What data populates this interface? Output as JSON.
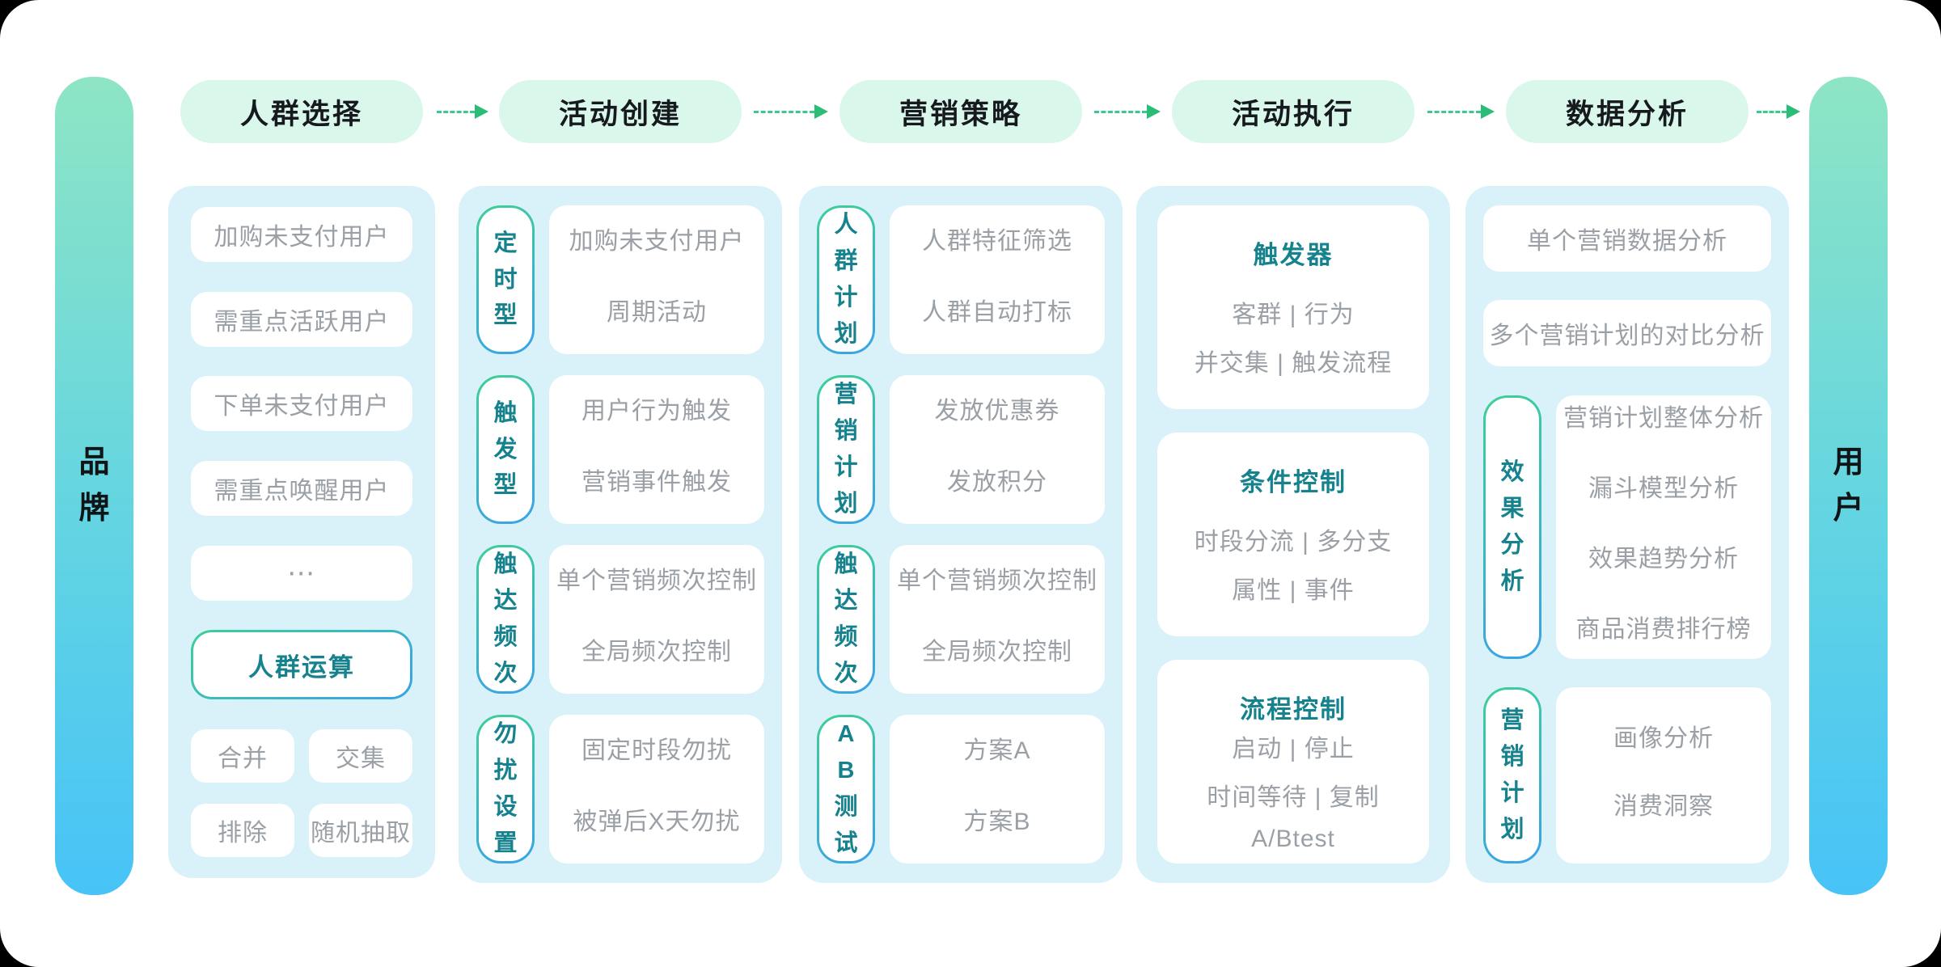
{
  "sidebars": {
    "left_label": "品牌",
    "right_label": "用户"
  },
  "columns": {
    "audience_selection": {
      "header": "人群选择",
      "pills": [
        "加购未支付用户",
        "需重点活跃用户",
        "下单未支付用户",
        "需重点唤醒用户",
        "⋯"
      ],
      "operation_pill": "人群运算",
      "operators": [
        "合并",
        "交集",
        "排除",
        "随机抽取"
      ]
    },
    "campaign_creation": {
      "header": "活动创建",
      "rows": [
        {
          "label": "定时型",
          "lines": [
            "加购未支付用户",
            "周期活动"
          ]
        },
        {
          "label": "触发型",
          "lines": [
            "用户行为触发",
            "营销事件触发"
          ]
        },
        {
          "label": "触达频次",
          "lines": [
            "单个营销频次控制",
            "全局频次控制"
          ]
        },
        {
          "label": "勿扰设置",
          "lines": [
            "固定时段勿扰",
            "被弹后X天勿扰"
          ]
        }
      ]
    },
    "marketing_strategy": {
      "header": "营销策略",
      "rows": [
        {
          "label": "人群计划",
          "lines": [
            "人群特征筛选",
            "人群自动打标"
          ]
        },
        {
          "label": "营销计划",
          "lines": [
            "发放优惠券",
            "发放积分"
          ]
        },
        {
          "label": "触达频次",
          "lines": [
            "单个营销频次控制",
            "全局频次控制"
          ]
        },
        {
          "label": "AB测试",
          "lines": [
            "方案A",
            "方案B"
          ]
        }
      ]
    },
    "campaign_execution": {
      "header": "活动执行",
      "cards": [
        {
          "title": "触发器",
          "lines": [
            "客群 | 行为",
            "并交集 | 触发流程"
          ]
        },
        {
          "title": "条件控制",
          "lines": [
            "时段分流 | 多分支",
            "属性 | 事件"
          ]
        },
        {
          "title": "流程控制",
          "lines": [
            "启动 | 停止",
            "时间等待 | 复制",
            "A/Btest"
          ]
        }
      ]
    },
    "data_analysis": {
      "header": "数据分析",
      "pills": [
        "单个营销数据分析",
        "多个营销计划的对比分析"
      ],
      "rows": [
        {
          "label": "效果分析",
          "lines": [
            "营销计划整体分析",
            "漏斗模型分析",
            "效果趋势分析",
            "商品消费排行榜"
          ]
        },
        {
          "label": "营销计划",
          "lines": [
            "画像分析",
            "消费洞察"
          ]
        }
      ]
    }
  },
  "colors": {
    "canvas_bg": "#ffffff",
    "stage_pill_bg": "#d9f7ea",
    "panel_bg": "#d9f1f9",
    "card_bg": "#ffffff",
    "gray_text": "#9aa0a5",
    "teal_text": "#15828e",
    "dark_text": "#16191d",
    "arrow_green": "#2bbd77",
    "border_gradient_start": "#3fcf97",
    "border_gradient_end": "#39a2e8",
    "bar_gradient_top": "#8ee5c4",
    "bar_gradient_bottom": "#47c3f7"
  }
}
